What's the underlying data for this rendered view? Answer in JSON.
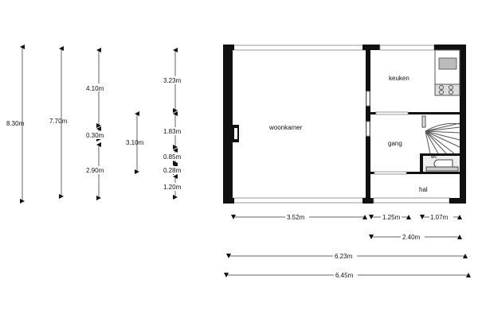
{
  "rooms": {
    "living": "woonkamer",
    "kitchen": "keuken",
    "hallway": "gang",
    "toilet": "wc",
    "entrance": "hal"
  },
  "vertical_dimensions": {
    "total_outer": "8.30m",
    "total_inner": "7.70m",
    "col3": [
      "4.10m",
      "0.30m",
      "2.90m"
    ],
    "col4": "3.10m",
    "col5": [
      "3.23m",
      "1.83m",
      "0.85m",
      "0.28m",
      "1.20m"
    ]
  },
  "horizontal_dimensions": {
    "row1": [
      "3.52m",
      "1.25m",
      "1.07m"
    ],
    "row2": "2.40m",
    "row3": "6.23m",
    "row4": "6.45m"
  }
}
